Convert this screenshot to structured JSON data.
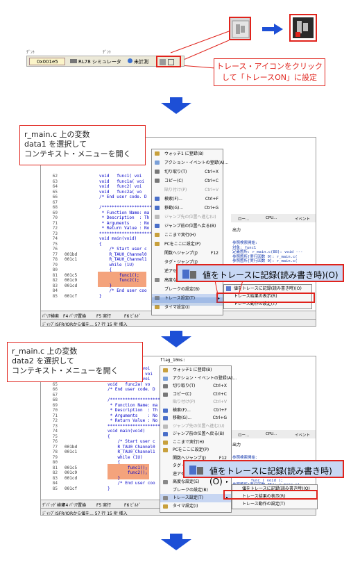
{
  "step1": {
    "status_bar": {
      "ruler_left": "ﾃﾞﾝﾄ",
      "ruler_mid": "ﾃﾞﾝﾄ",
      "address": "0x001e5",
      "target": "RL78 シミュレータ",
      "timer": "未計測"
    },
    "callout": "トレース・アイコンをクリックして「トレースON」に設定"
  },
  "step2": {
    "note_lines": [
      "r_main.c 上の変数",
      "data1 を選択して",
      "コンテキスト・メニューを開く"
    ],
    "zoom_label": "値をトレースに記録(読み書き時)(O)",
    "status": [
      "ﾊﾞﾘｱ検索",
      "F4 ﾊﾞﾘｱ置換",
      "F5 実行",
      "F6 ﾋﾞﾙﾄﾞ"
    ],
    "status2": "ｼﾞｬﾝﾌﾟ/SFR/IORから値を...   57 行   15 桁  挿入"
  },
  "step3": {
    "note_lines": [
      "r_main.c 上の変数",
      "data2 を選択して",
      "コンテキスト・メニューを開く"
    ],
    "zoom_label": "値をトレースに記録(読み書き時)(O)",
    "status": [
      "ﾃﾞﾊﾞｯｸﾞ検索",
      "F4 ﾊﾞﾘｱ置換",
      "F5 実行",
      "F6 ﾋﾞﾙﾄﾞ"
    ],
    "status2": "ｼﾞｬﾝﾌﾟ/SFR/IORから値を...   57 行   15 桁  挿入",
    "header": "flag_10ms:"
  },
  "code": {
    "line_numbers": "62\n63\n64\n65\n66\n67\n68\n69\n70\n71\n72\n73\n74\n75\n76\n77\n78\n79\n80\n81\n82\n83\n84\n85",
    "addresses": "\n\n\n\n\n\n\n\n\n\n\n\n\n\n\n001bd\n001c1\n\n\n001c5\n001c9\n001cd\n\n001cf",
    "text": "void   func1( voi\nvoid   func1a( voi\nvoid   func2( voi\nvoid   func2a( vo\n/* End user code. D\n\n/********************\n * Function Name: ma\n * Description  : Th\n * Arguments    : No\n * Return Value : No\n*********************\nvoid main(void)\n{\n    /* Start user c\n    R_TAU0_Channel0\n    R_TAU0_Channel1\n    while (1U)\n    {\n        func1();\n        func2();\n    }\n    /* End user coo\n}"
  },
  "menu": [
    {
      "label": "ウォッチ1 に登録(B)",
      "sc": "",
      "dis": false
    },
    {
      "label": "アクション・イベントの登録(A)...",
      "sc": "",
      "dis": false
    },
    {
      "label": "切り取り(T)",
      "sc": "Ctrl+X",
      "dis": false
    },
    {
      "label": "コピー(C)",
      "sc": "Ctrl+C",
      "dis": false
    },
    {
      "label": "貼り付け(P)",
      "sc": "Ctrl+V",
      "dis": true
    },
    {
      "label": "検索(F)...",
      "sc": "Ctrl+F",
      "dis": false
    },
    {
      "label": "移動(G)...",
      "sc": "Ctrl+G",
      "dis": false
    },
    {
      "label": "ジャンプ先の位置へ進む(U)",
      "sc": "",
      "dis": true
    },
    {
      "label": "ジャンプ前の位置へ戻る(B)",
      "sc": "",
      "dis": false
    },
    {
      "label": "ここまで実行(H)",
      "sc": "",
      "dis": false
    },
    {
      "label": "PCをここに設定(P)",
      "sc": "",
      "dis": false
    },
    {
      "label": "関数へジャンプ(J)",
      "sc": "F12",
      "dis": false
    },
    {
      "label": "タグ・ジャンプ(J)",
      "sc": "",
      "dis": false
    },
    {
      "label": "逆アセンブル(S)",
      "sc": "",
      "dis": false
    },
    {
      "label": "高度な設定(E)",
      "sc": "",
      "dis": false
    },
    {
      "label": "ブレークの設定(B)",
      "sc": "",
      "dis": false
    },
    {
      "label": "トレース設定(T)",
      "sc": "",
      "dis": false
    },
    {
      "label": "タイマ設定(I)",
      "sc": "",
      "dis": false
    }
  ],
  "submenu": [
    "値をトレースに記録(読み書き時)(O)",
    "トレース結果の表示(R)",
    "トレース動作の設定(T)"
  ],
  "output": {
    "tabs": [
      "ロー...",
      "CPU...",
      "イベント"
    ],
    "title": "出力",
    "lines": [
      "参照検索開始:",
      "対象: func1",
      "定義箇所: r_main.c(88): void ---",
      "参照箇所[実行回数 0]: r_main.c(",
      "参照箇所[実行回数 0]: r_main.c(",
      "        func ( void );",
      "参照箇所[実行回数 35]: r_main.c("
    ]
  },
  "colors": {
    "red": "#e0231c",
    "blue_arrow": "#1d4fd6",
    "menu_highlight": "#316ac5",
    "zoom_bg": "#c8d8f4",
    "code_highlight": "#f4a37c"
  }
}
